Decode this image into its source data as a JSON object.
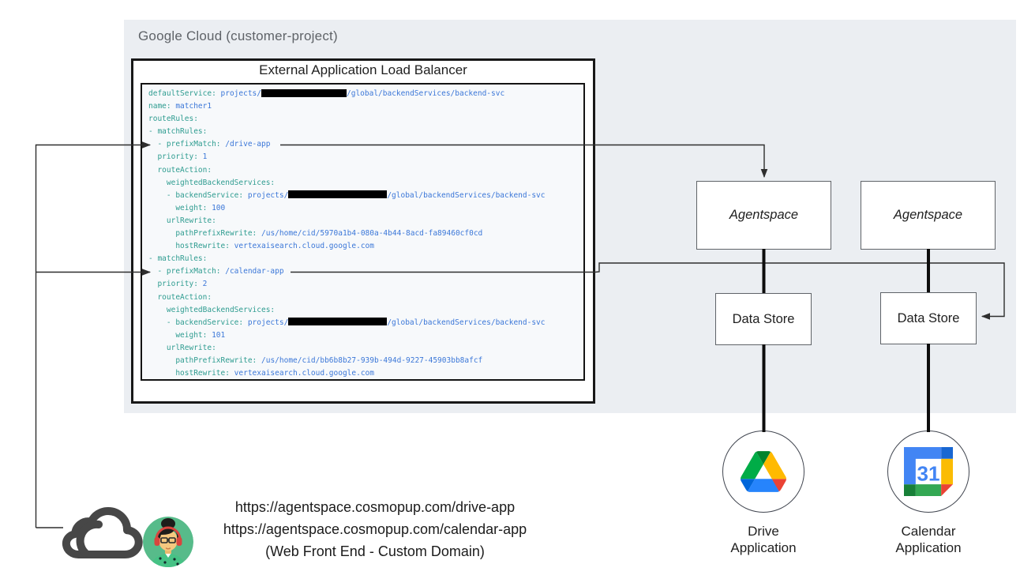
{
  "colors": {
    "panel_bg": "#ebeef2",
    "code_key": "#2e9c90",
    "code_value": "#3b77d8",
    "drive_green": "#00ac47",
    "drive_blue": "#2684fc",
    "drive_yellow": "#ffba00",
    "calendar_blue": "#4285f4",
    "avatar_green": "#57bb8a"
  },
  "gcp_panel": {
    "label": "Google Cloud (customer-project)"
  },
  "load_balancer": {
    "title": "External Application Load Balancer",
    "code_lines": [
      [
        {
          "c": "k",
          "t": "defaultService:"
        },
        {
          "c": "v",
          "t": " projects/"
        },
        {
          "c": "x",
          "t": "",
          "w": 108
        },
        {
          "c": "v",
          "t": "/global/backendServices/backend-svc"
        }
      ],
      [
        {
          "c": "k",
          "t": "name:"
        },
        {
          "c": "v",
          "t": " matcher1"
        }
      ],
      [
        {
          "c": "k",
          "t": "routeRules:"
        }
      ],
      [
        {
          "c": "k",
          "t": "- matchRules:"
        }
      ],
      [
        {
          "c": "k",
          "t": "  - prefixMatch:"
        },
        {
          "c": "v",
          "t": " /drive-app"
        }
      ],
      [
        {
          "c": "k",
          "t": "  priority:"
        },
        {
          "c": "v",
          "t": " 1"
        }
      ],
      [
        {
          "c": "k",
          "t": "  routeAction:"
        }
      ],
      [
        {
          "c": "k",
          "t": "    weightedBackendServices:"
        }
      ],
      [
        {
          "c": "k",
          "t": "    - backendService:"
        },
        {
          "c": "v",
          "t": " projects/"
        },
        {
          "c": "x",
          "t": "",
          "w": 125
        },
        {
          "c": "v",
          "t": "/global/backendServices/backend-svc"
        }
      ],
      [
        {
          "c": "k",
          "t": "      weight:"
        },
        {
          "c": "v",
          "t": " 100"
        }
      ],
      [
        {
          "c": "k",
          "t": "    urlRewrite:"
        }
      ],
      [
        {
          "c": "k",
          "t": "      pathPrefixRewrite:"
        },
        {
          "c": "v",
          "t": " /us/home/cid/5970a1b4-080a-4b44-8acd-fa89460cf0cd"
        }
      ],
      [
        {
          "c": "k",
          "t": "      hostRewrite:"
        },
        {
          "c": "v",
          "t": " vertexaisearch.cloud.google.com"
        }
      ],
      [
        {
          "c": "k",
          "t": "- matchRules:"
        }
      ],
      [
        {
          "c": "k",
          "t": "  - prefixMatch:"
        },
        {
          "c": "v",
          "t": " /calendar-app"
        }
      ],
      [
        {
          "c": "k",
          "t": "  priority:"
        },
        {
          "c": "v",
          "t": " 2"
        }
      ],
      [
        {
          "c": "k",
          "t": "  routeAction:"
        }
      ],
      [
        {
          "c": "k",
          "t": "    weightedBackendServices:"
        }
      ],
      [
        {
          "c": "k",
          "t": "    - backendService:"
        },
        {
          "c": "v",
          "t": " projects/"
        },
        {
          "c": "x",
          "t": "",
          "w": 125
        },
        {
          "c": "v",
          "t": "/global/backendServices/backend-svc"
        }
      ],
      [
        {
          "c": "k",
          "t": "      weight:"
        },
        {
          "c": "v",
          "t": " 101"
        }
      ],
      [
        {
          "c": "k",
          "t": "    urlRewrite:"
        }
      ],
      [
        {
          "c": "k",
          "t": "      pathPrefixRewrite:"
        },
        {
          "c": "v",
          "t": " /us/home/cid/bb6b8b27-939b-494d-9227-45903bb8afcf"
        }
      ],
      [
        {
          "c": "k",
          "t": "      hostRewrite:"
        },
        {
          "c": "v",
          "t": " vertexaisearch.cloud.google.com"
        }
      ]
    ]
  },
  "agentspace_boxes": [
    {
      "label": "Agentspace"
    },
    {
      "label": "Agentspace"
    }
  ],
  "datastore_boxes": [
    {
      "label": "Data Store"
    },
    {
      "label": "Data Store"
    }
  ],
  "applications": [
    {
      "name": "Drive Application",
      "line1": "Drive",
      "line2": "Application",
      "icon": "google-drive-icon"
    },
    {
      "name": "Calendar Application",
      "line1": "Calendar",
      "line2": "Application",
      "icon": "google-calendar-icon",
      "calendar_day": "31"
    }
  ],
  "web_front_end": {
    "url_drive": "https://agentspace.cosmopup.com/drive-app",
    "url_calendar": "https://agentspace.cosmopup.com/calendar-app",
    "caption": "(Web Front End - Custom Domain)",
    "icons": [
      "cloud-icon",
      "user-avatar"
    ]
  }
}
